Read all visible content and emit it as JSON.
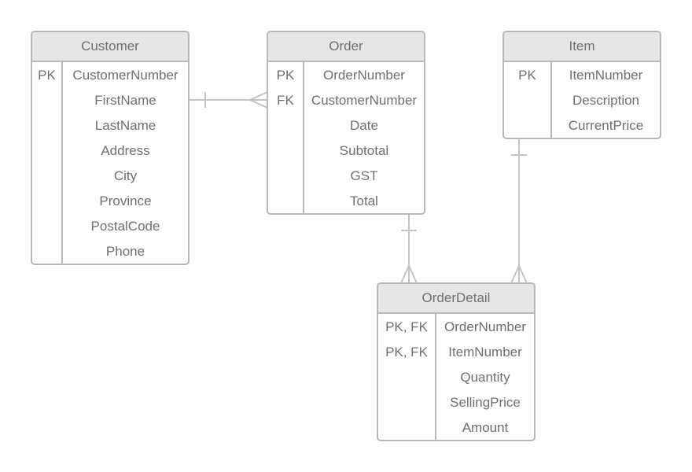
{
  "entities": {
    "customer": {
      "name": "Customer",
      "rows": [
        {
          "key": "PK",
          "attr": "CustomerNumber"
        },
        {
          "key": "",
          "attr": "FirstName"
        },
        {
          "key": "",
          "attr": "LastName"
        },
        {
          "key": "",
          "attr": "Address"
        },
        {
          "key": "",
          "attr": "City"
        },
        {
          "key": "",
          "attr": "Province"
        },
        {
          "key": "",
          "attr": "PostalCode"
        },
        {
          "key": "",
          "attr": "Phone"
        }
      ]
    },
    "order": {
      "name": "Order",
      "rows": [
        {
          "key": "PK",
          "attr": "OrderNumber"
        },
        {
          "key": "FK",
          "attr": "CustomerNumber"
        },
        {
          "key": "",
          "attr": "Date"
        },
        {
          "key": "",
          "attr": "Subtotal"
        },
        {
          "key": "",
          "attr": "GST"
        },
        {
          "key": "",
          "attr": "Total"
        }
      ]
    },
    "item": {
      "name": "Item",
      "rows": [
        {
          "key": "PK",
          "attr": "ItemNumber"
        },
        {
          "key": "",
          "attr": "Description"
        },
        {
          "key": "",
          "attr": "CurrentPrice"
        }
      ]
    },
    "orderdetail": {
      "name": "OrderDetail",
      "rows": [
        {
          "key": "PK, FK",
          "attr": "OrderNumber"
        },
        {
          "key": "PK, FK",
          "attr": "ItemNumber"
        },
        {
          "key": "",
          "attr": "Quantity"
        },
        {
          "key": "",
          "attr": "SellingPrice"
        },
        {
          "key": "",
          "attr": "Amount"
        }
      ]
    }
  },
  "relationships": [
    {
      "from": "Customer",
      "to": "Order",
      "from_cardinality": "one",
      "to_cardinality": "many"
    },
    {
      "from": "Order",
      "to": "OrderDetail",
      "from_cardinality": "one",
      "to_cardinality": "many"
    },
    {
      "from": "Item",
      "to": "OrderDetail",
      "from_cardinality": "one",
      "to_cardinality": "many"
    }
  ],
  "colors": {
    "border": "#b9b9b9",
    "header_fill": "#e6e6e6",
    "text": "#6f6f6f",
    "connector": "#c4c4c4"
  }
}
